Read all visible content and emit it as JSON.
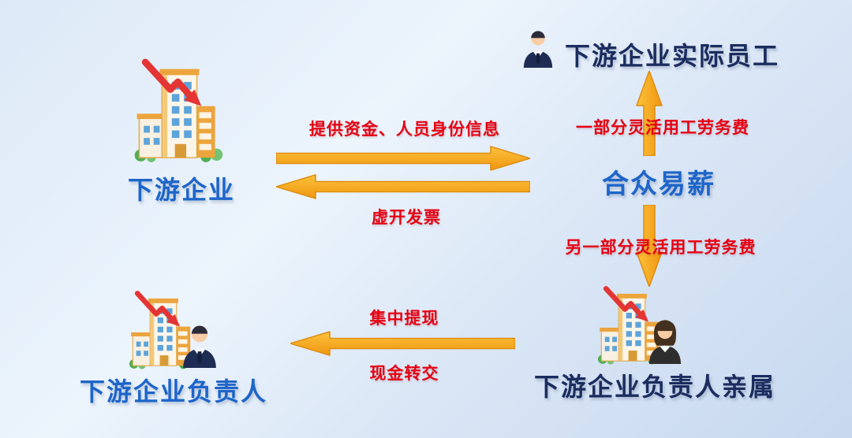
{
  "colors": {
    "arrow_fill_light": "#fcc23c",
    "arrow_fill_dark": "#f0960f",
    "arrow_stroke": "#dd8c0e",
    "red_label": "#e60012",
    "blue_label": "#1d65c9",
    "navy_label": "#1b2c5e",
    "background_light": "#ecf4fc",
    "background_dark": "#c7d8ef"
  },
  "entities": {
    "downstream": {
      "label": "下游企业"
    },
    "actual_employees": {
      "label": "下游企业实际员工"
    },
    "hezhong": {
      "label": "合众易薪"
    },
    "principal": {
      "label": "下游企业负责人"
    },
    "relatives": {
      "label": "下游企业负责人亲属"
    }
  },
  "flows": {
    "provide_funds": {
      "label": "提供资金、人员身份信息",
      "direction": "right"
    },
    "fake_invoices": {
      "label": "虚开发票",
      "direction": "left"
    },
    "labor_fee_part": {
      "label": "一部分灵活用工劳务费",
      "direction": "up"
    },
    "labor_fee_rest": {
      "label": "另一部分灵活用工劳务费",
      "direction": "down"
    },
    "centralized_withdrawal": {
      "label": "集中提现",
      "direction": "left"
    },
    "cash_handover": {
      "label": "现金转交",
      "direction": "left"
    }
  },
  "icons": {
    "building": "building-with-decline-arrow-icon",
    "decline": "red-decline-arrow-icon",
    "businessman": "businessman-icon",
    "businesswoman": "businesswoman-icon"
  }
}
